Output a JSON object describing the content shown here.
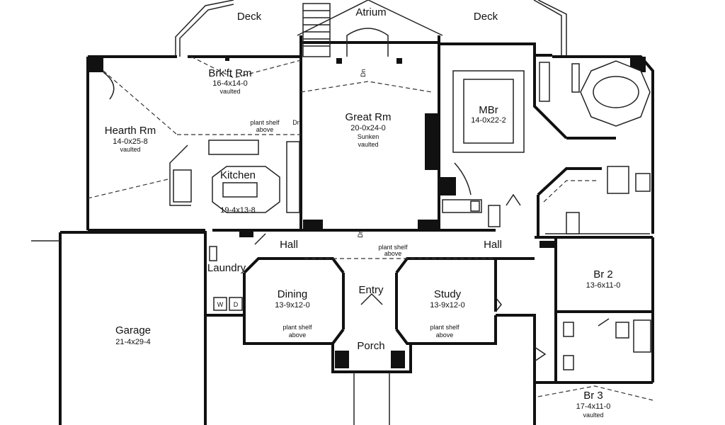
{
  "rooms": {
    "deck_left": {
      "name": "Deck"
    },
    "atrium": {
      "name": "Atrium"
    },
    "deck_right": {
      "name": "Deck"
    },
    "brkft": {
      "name": "Brk'ft Rm",
      "dims": "16-4x14-0",
      "note": "vaulted"
    },
    "hearth": {
      "name": "Hearth Rm",
      "dims": "14-0x25-8",
      "note": "vaulted"
    },
    "kitchen": {
      "name": "Kitchen",
      "dims": "19-4x13-8"
    },
    "great": {
      "name": "Great Rm",
      "dims": "20-0x24-0",
      "note1": "Sunken",
      "note2": "vaulted"
    },
    "mbr": {
      "name": "MBr",
      "dims": "14-0x22-2"
    },
    "hall_left": {
      "name": "Hall"
    },
    "hall_right": {
      "name": "Hall"
    },
    "laundry": {
      "name": "Laundry"
    },
    "dining": {
      "name": "Dining",
      "dims": "13-9x12-0"
    },
    "entry": {
      "name": "Entry"
    },
    "study": {
      "name": "Study",
      "dims": "13-9x12-0"
    },
    "br2": {
      "name": "Br 2",
      "dims": "13-6x11-0"
    },
    "garage": {
      "name": "Garage",
      "dims": "21-4x29-4"
    },
    "porch": {
      "name": "Porch"
    },
    "br3": {
      "name": "Br 3",
      "dims": "17-4x11-0",
      "note": "vaulted"
    }
  },
  "notes": {
    "plant_shelf": "plant shelf",
    "above": "above",
    "dn": "Dn",
    "washer": "W",
    "dryer": "D"
  }
}
